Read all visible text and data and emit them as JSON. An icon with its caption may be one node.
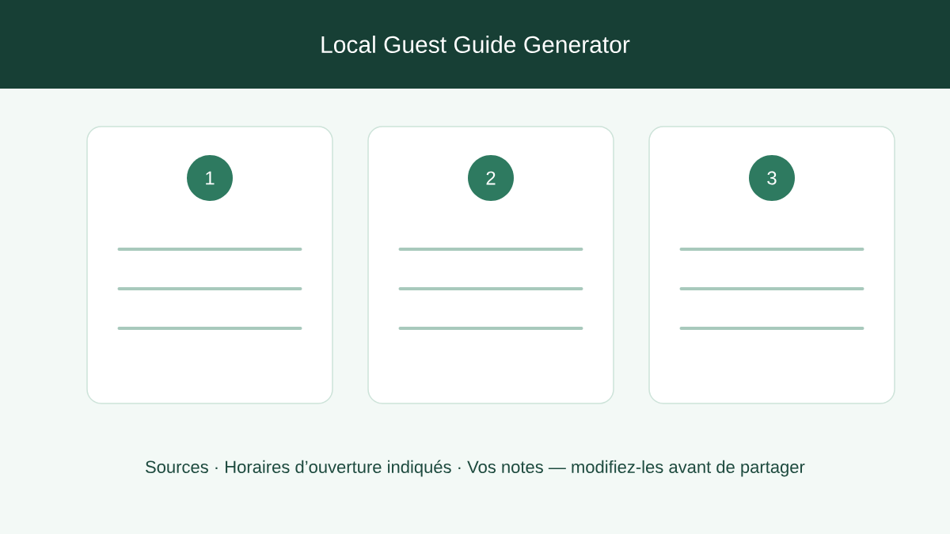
{
  "diagram": {
    "title": "Local Guest Guide Generator",
    "nodes": [
      {
        "text": [],
        "shape": "box"
      },
      {
        "text": [
          "1"
        ],
        "in": 0
      },
      {
        "text": [],
        "shape": "box"
      },
      {
        "text": [
          "2"
        ],
        "in": 2
      },
      {
        "text": [],
        "shape": "box"
      },
      {
        "text": [
          "3"
        ],
        "in": 4
      }
    ],
    "caption": "Sources · Horaires d’ouverture indiqués · Vos notes — modifiez-les avant de partager"
  }
}
